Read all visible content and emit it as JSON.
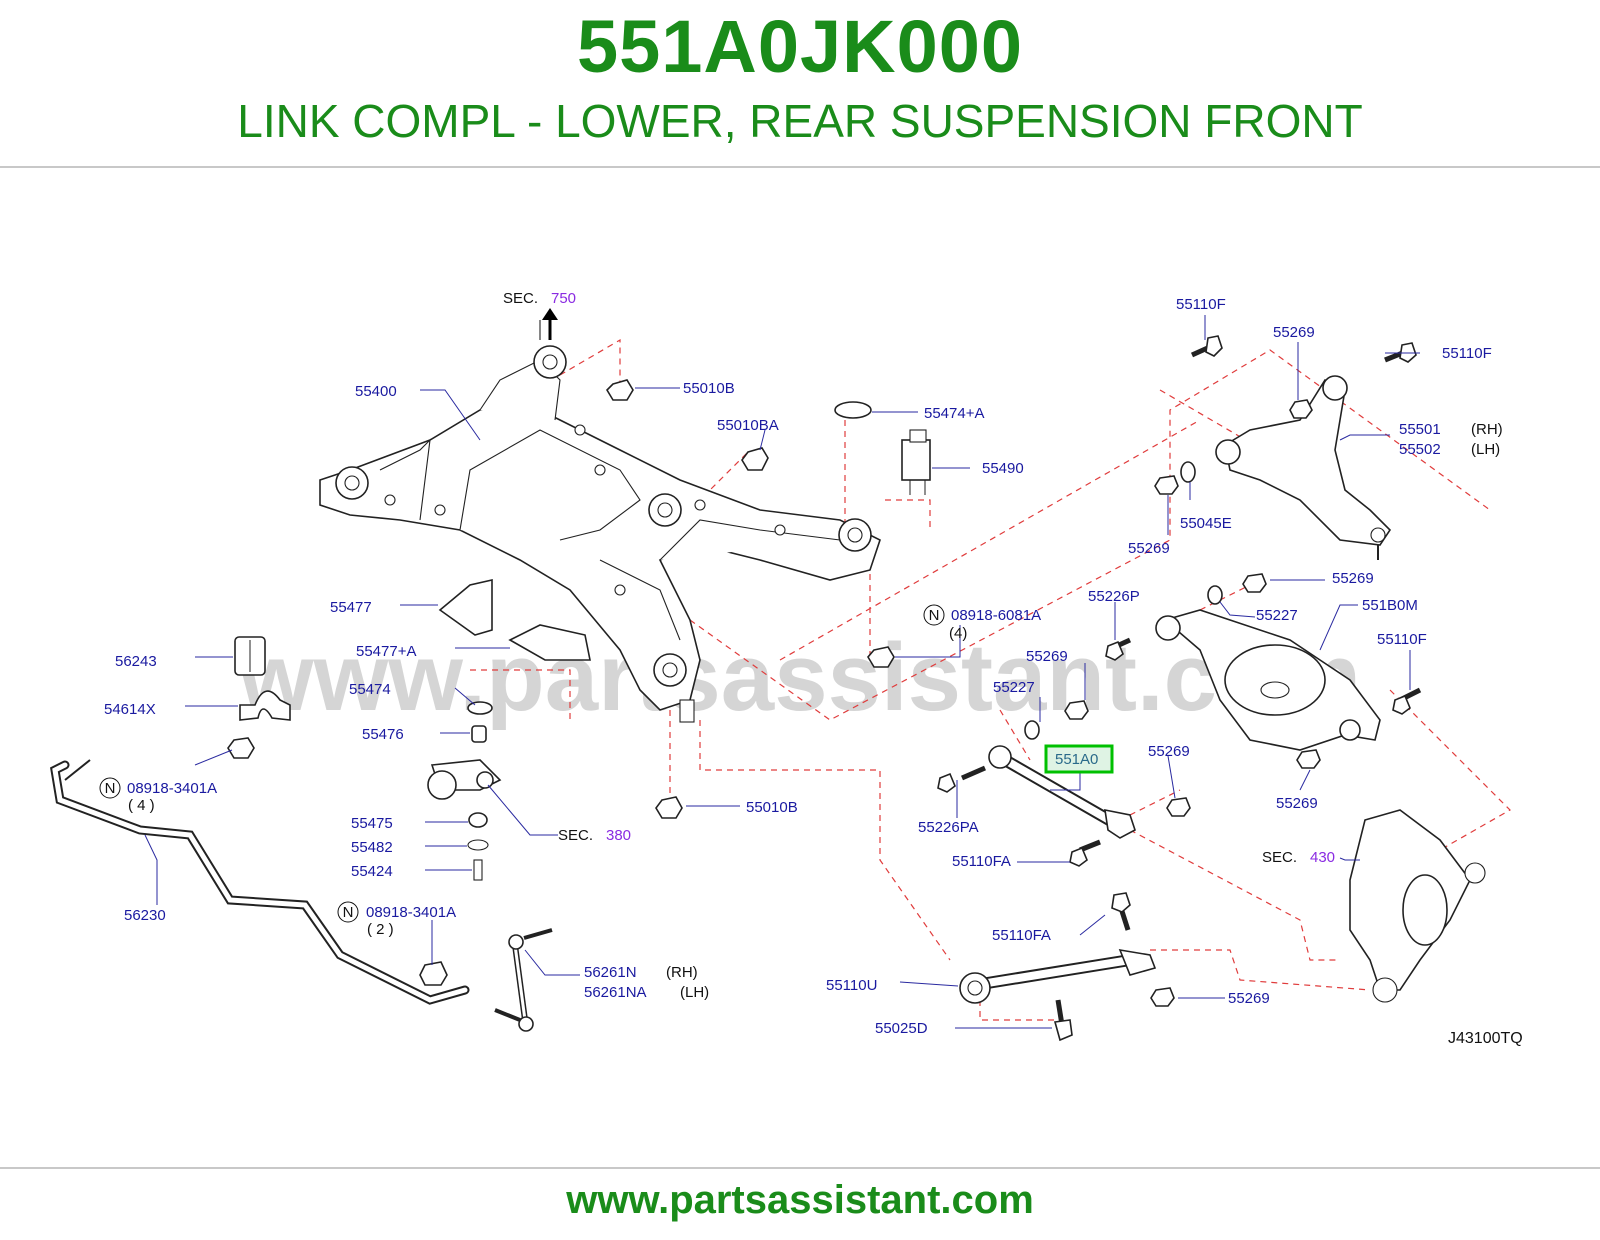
{
  "header": {
    "part_number": "551A0JK000",
    "description": "LINK COMPL - LOWER, REAR SUSPENSION FRONT"
  },
  "footer": {
    "url": "www.partsassistant.com"
  },
  "watermark": "www.partsassistant.com",
  "diagram": {
    "code": "J43100TQ",
    "highlight_label": "551A0",
    "sec_word": "SEC.",
    "sec_750": "750",
    "sec_380": "380",
    "sec_430": "430",
    "n_symbol": "N",
    "labels": {
      "l55400": "55400",
      "l55010B_top": "55010B",
      "l55010BA": "55010BA",
      "l55474A": "55474+A",
      "l55490": "55490",
      "l55477": "55477",
      "l55477A": "55477+A",
      "l56243": "56243",
      "l54614X": "54614X",
      "l08918_3401A_1": "08918-3401A",
      "qty_4a": "( 4 )",
      "l55474": "55474",
      "l55476": "55476",
      "l55475": "55475",
      "l55482": "55482",
      "l55424": "55424",
      "l56230": "56230",
      "l08918_3401A_2": "08918-3401A",
      "qty_2": "( 2 )",
      "l56261N": "56261N",
      "l56261NA": "56261NA",
      "rh1": "(RH)",
      "lh1": "(LH)",
      "l55010B_bot": "55010B",
      "l08918_6081A": "08918-6081A",
      "qty_4b": "(4)",
      "l55110F_top": "55110F",
      "l55269_top": "55269",
      "l55110F_right": "55110F",
      "l55501": "55501",
      "l55502": "55502",
      "rh2": "(RH)",
      "lh2": "(LH)",
      "l55269_a": "55269",
      "l55045E": "55045E",
      "l55226P": "55226P",
      "l55269_b": "55269",
      "l55227_a": "55227",
      "l551B0M": "551B0M",
      "l55110F_mid": "55110F",
      "l55269_c": "55269",
      "l55227_b": "55227",
      "l55269_d": "55269",
      "l55226PA": "55226PA",
      "l55110FA_a": "55110FA",
      "l55269_e": "55269",
      "l55110FA_b": "55110FA",
      "l55110U": "55110U",
      "l55025D": "55025D",
      "l55269_f": "55269"
    }
  }
}
